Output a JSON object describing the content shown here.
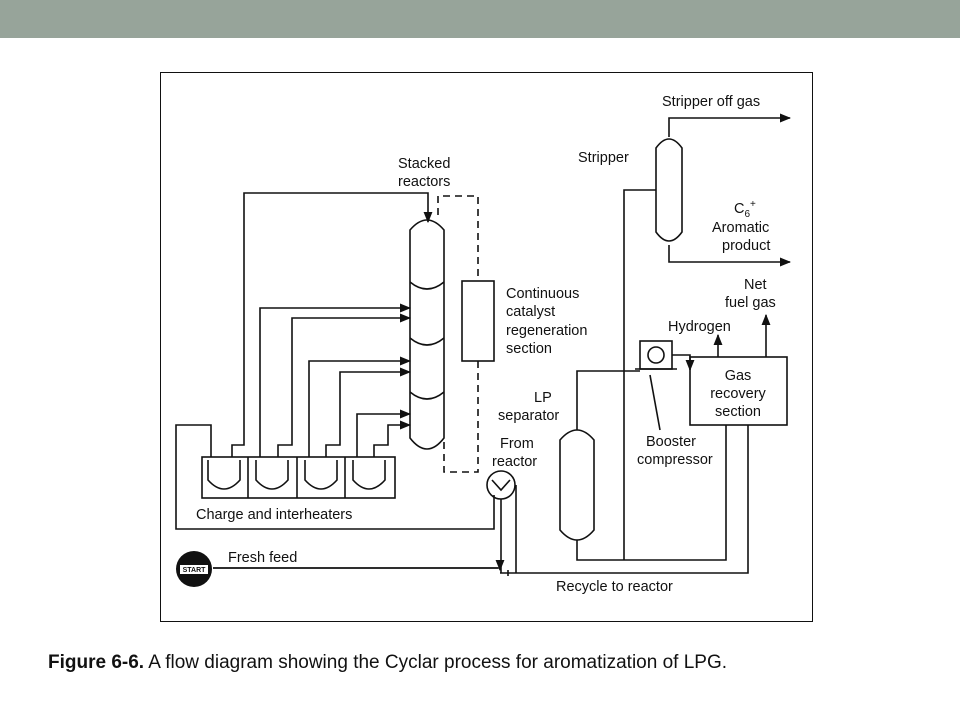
{
  "labels": {
    "stacked_reactors_1": "Stacked",
    "stacked_reactors_2": "reactors",
    "stripper": "Stripper",
    "stripper_off_gas": "Stripper off gas",
    "c6": "C",
    "c6_sub": "6",
    "c6_sup": "+",
    "aromatic": "Aromatic",
    "product": "product",
    "net": "Net",
    "fuel_gas": "fuel gas",
    "hydrogen": "Hydrogen",
    "ccr_1": "Continuous",
    "ccr_2": "catalyst",
    "ccr_3": "regeneration",
    "ccr_4": "section",
    "lp_1": "LP",
    "lp_2": "separator",
    "from_1": "From",
    "from_2": "reactor",
    "gas_1": "Gas",
    "gas_2": "recovery",
    "gas_3": "section",
    "booster_1": "Booster",
    "booster_2": "compressor",
    "charge": "Charge and interheaters",
    "fresh_feed": "Fresh feed",
    "recycle": "Recycle to reactor",
    "start": "START"
  },
  "caption": {
    "figure": "Figure 6-6.",
    "text": " A flow diagram showing the Cyclar process for aromatization of LPG."
  }
}
